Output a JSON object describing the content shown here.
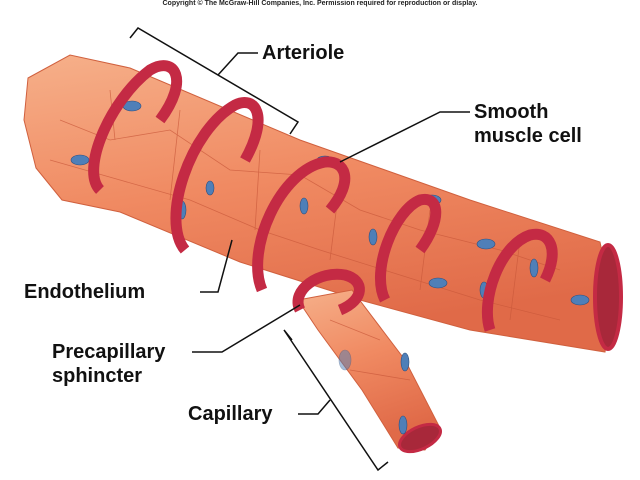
{
  "copyright": "Copyright © The McGraw-Hill Companies, Inc. Permission required for reproduction or display.",
  "labels": {
    "arteriole": "Arteriole",
    "smooth_muscle_line1": "Smooth",
    "smooth_muscle_line2": "muscle cell",
    "endothelium": "Endothelium",
    "precapillary_line1": "Precapillary",
    "precapillary_line2": "sphincter",
    "capillary": "Capillary"
  },
  "colors": {
    "vessel": "#f0906a",
    "muscle": "#c42a44",
    "nucleus": "#4f7fb8"
  }
}
